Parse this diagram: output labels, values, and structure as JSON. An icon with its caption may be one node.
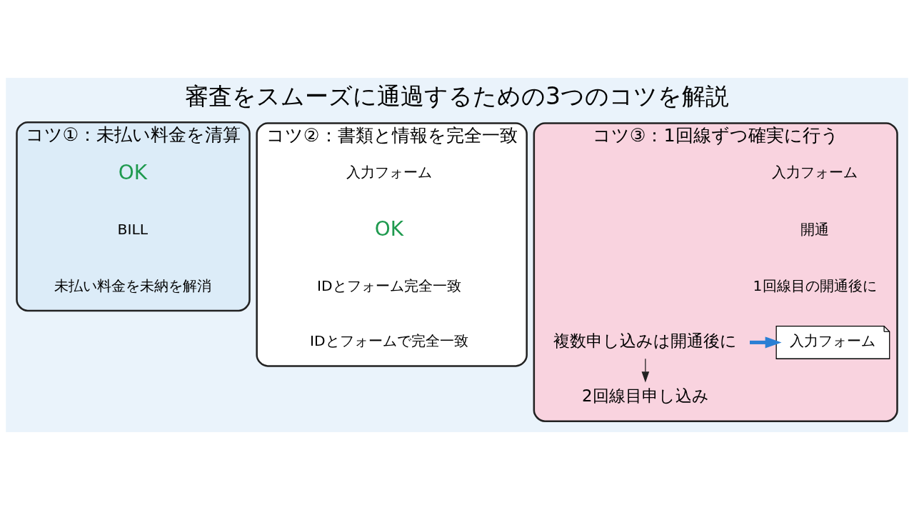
{
  "diagram": {
    "title": "審査をスムーズに通過するための3つのコツを解説",
    "nodes": [
      {
        "text": [
          "コツ①：未払い料金を清算"
        ]
      },
      {
        "text": [
          "コツ②：書類と情報を完全一致"
        ]
      },
      {
        "text": [
          "コツ③：1回線ずつ確実に行う"
        ]
      },
      {
        "text": [
          "入力フォーム"
        ],
        "in": 2
      },
      {
        "text": [
          "複数申し込みは開通後に"
        ],
        "in": 2
      },
      {
        "text": [
          "2回線目申し込み"
        ],
        "in": 2
      }
    ],
    "edges": [
      {
        "from": 4,
        "to": 3,
        "arrow": "to",
        "style": "thick",
        "color": "#2a7fd4"
      },
      {
        "from": 4,
        "to": 5,
        "arrow": "to",
        "color": "#222222"
      }
    ],
    "labels": [
      "OK",
      "BILL",
      "未払い料金を未納を解消",
      "入力フォーム",
      "OK",
      "IDとフォーム完全一致",
      "IDとフォームで完全一致",
      "入力フォーム",
      "開通",
      "1回線目の開通後に"
    ]
  }
}
